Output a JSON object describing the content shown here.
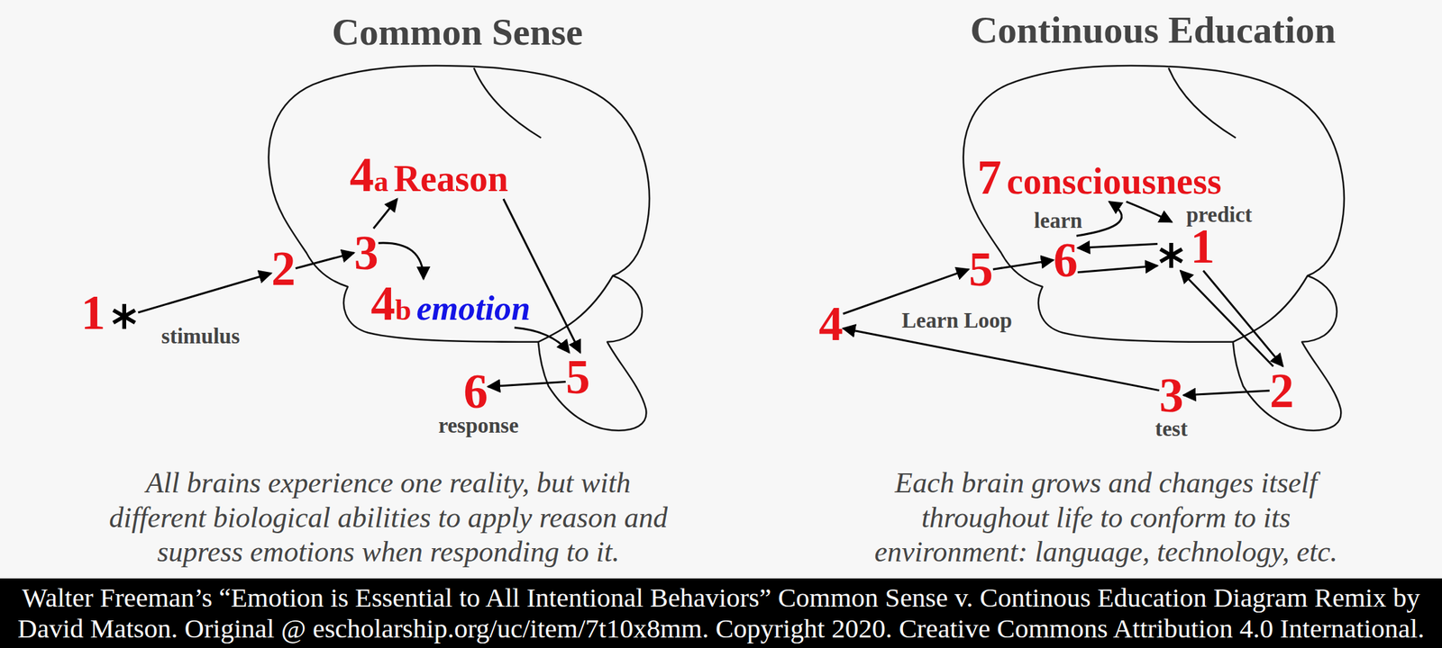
{
  "diagram": {
    "caption": "Walter Freeman’s “Emotion is Essential to All Intentional Behaviors” Common Sense v. Continous Education Diagram Remix by David Matson. Original @ escholarship.org/uc/item/7t10x8mm. Copyright 2020. Creative Commons Attribution 4.0 International.",
    "nodes": [
      {
        "text": [
          "1",
          "stimulus"
        ]
      },
      {
        "text": [
          "2"
        ]
      },
      {
        "text": [
          "3"
        ]
      },
      {
        "text": [
          "4a",
          "Reason"
        ]
      },
      {
        "text": [
          "4b",
          "emotion"
        ]
      },
      {
        "text": [
          "5"
        ]
      },
      {
        "text": [
          "6",
          "response"
        ]
      },
      {
        "text": [
          "1"
        ]
      },
      {
        "text": [
          "2"
        ]
      },
      {
        "text": [
          "3",
          "test"
        ]
      },
      {
        "text": [
          "4"
        ]
      },
      {
        "text": [
          "5"
        ]
      },
      {
        "text": [
          "6"
        ]
      },
      {
        "text": [
          "7",
          "consciousness"
        ]
      }
    ],
    "edges": [
      {
        "from": 0,
        "to": 1,
        "arrow": "to"
      },
      {
        "from": 1,
        "to": 2,
        "arrow": "to"
      },
      {
        "from": 2,
        "to": 3,
        "arrow": "to"
      },
      {
        "from": 2,
        "to": 4,
        "arrow": "to"
      },
      {
        "from": 3,
        "to": 5,
        "arrow": "to"
      },
      {
        "from": 4,
        "to": 5,
        "arrow": "to"
      },
      {
        "from": 5,
        "to": 6,
        "arrow": "to"
      },
      {
        "from": 7,
        "to": 8,
        "arrow": "to"
      },
      {
        "from": 8,
        "to": 7,
        "arrow": "to"
      },
      {
        "from": 8,
        "to": 9,
        "arrow": "to"
      },
      {
        "from": 9,
        "to": 10,
        "arrow": "to"
      },
      {
        "from": 10,
        "to": 11,
        "label": "Learn Loop",
        "arrow": "to"
      },
      {
        "from": 11,
        "to": 12,
        "arrow": "to"
      },
      {
        "from": 12,
        "to": 13,
        "label": "learn",
        "arrow": "to"
      },
      {
        "from": 13,
        "to": 7,
        "label": "predict",
        "arrow": "to"
      },
      {
        "from": 7,
        "to": 12,
        "arrow": "to"
      },
      {
        "from": 12,
        "to": 7,
        "arrow": "to"
      }
    ],
    "labels": [
      "Common Sense",
      "Continuous Education",
      "All brains experience one reality, but with different biological abilities to apply reason and supress emotions when responding to it.",
      "Each brain grows and changes itself throughout life to conform to its environment: language, technology, etc."
    ]
  }
}
